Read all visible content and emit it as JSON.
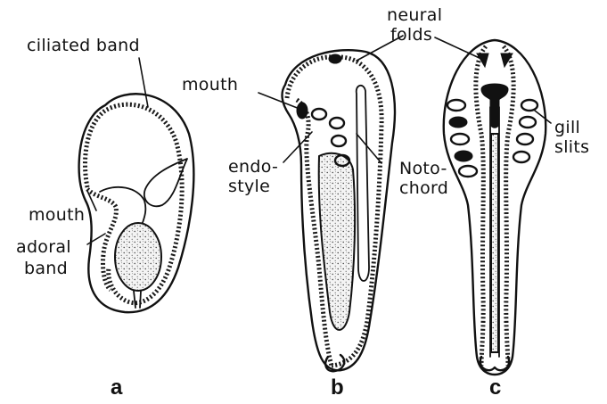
{
  "labels": {
    "ciliated_band": "ciliated band",
    "mouth_a": "mouth",
    "adoral_band_1": "adoral",
    "adoral_band_2": "band",
    "mouth_b": "mouth",
    "endostyle_1": "endo-",
    "endostyle_2": "style",
    "notochord_1": "Noto-",
    "notochord_2": "chord",
    "neural_folds_1": "neural",
    "neural_folds_2": "folds",
    "gill_slits_1": "gill",
    "gill_slits_2": "slits"
  },
  "panels": [
    "a",
    "b",
    "c"
  ]
}
